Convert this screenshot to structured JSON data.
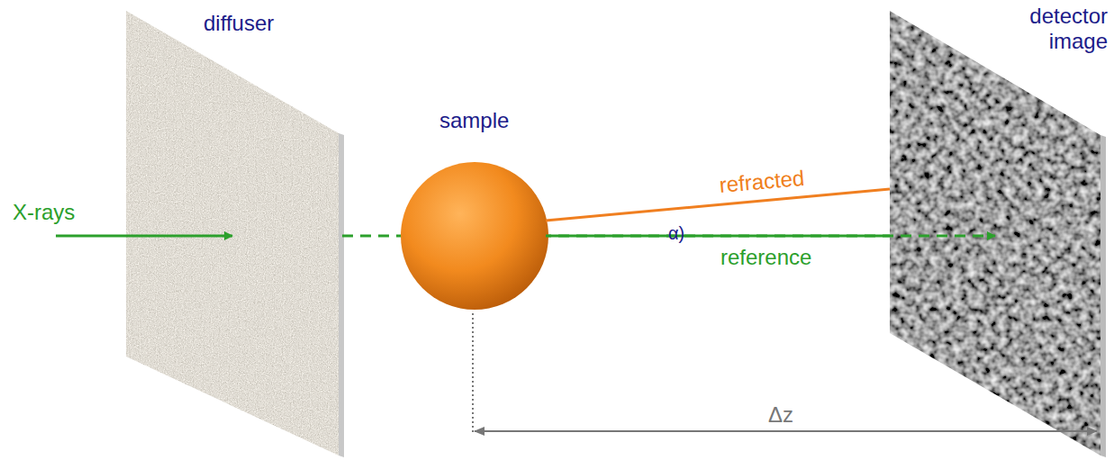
{
  "diagram": {
    "nodes": [
      {
        "text": [
          "diffuser"
        ]
      },
      {
        "text": [
          "sample"
        ]
      },
      {
        "text": [
          "detector image"
        ]
      }
    ],
    "labels": [
      "X-rays",
      "refracted",
      "α)",
      "reference",
      "Δz"
    ]
  }
}
